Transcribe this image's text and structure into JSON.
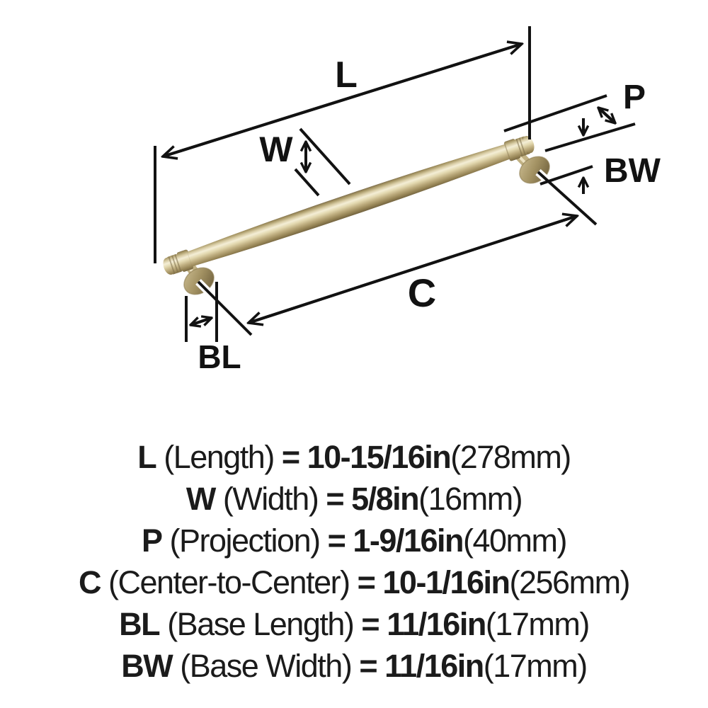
{
  "diagram": {
    "dim_labels": {
      "L": "L",
      "W": "W",
      "P": "P",
      "C": "C",
      "BL": "BL",
      "BW": "BW"
    },
    "subject": "cabinet pull handle dimension diagram",
    "colors": {
      "line": "#121212",
      "brass_highlight": "#f4eed6",
      "brass_mid": "#cfc096",
      "brass_shadow": "#6e5f3c"
    }
  },
  "specs": {
    "lines": [
      {
        "abbr": "L",
        "name": "(Length)",
        "eq": "=",
        "value": "10-15/16in",
        "metric": "(278mm)"
      },
      {
        "abbr": "W",
        "name": "(Width)",
        "eq": "=",
        "value": "5/8in",
        "metric": "(16mm)"
      },
      {
        "abbr": "P",
        "name": "(Projection)",
        "eq": "=",
        "value": "1-9/16in",
        "metric": "(40mm)"
      },
      {
        "abbr": "C",
        "name": "(Center-to-Center)",
        "eq": "=",
        "value": "10-1/16in",
        "metric": "(256mm)"
      },
      {
        "abbr": "BL",
        "name": "(Base Length)",
        "eq": "=",
        "value": "11/16in",
        "metric": "(17mm)"
      },
      {
        "abbr": "BW",
        "name": "(Base Width)",
        "eq": "=",
        "value": "11/16in",
        "metric": "(17mm)"
      }
    ]
  }
}
